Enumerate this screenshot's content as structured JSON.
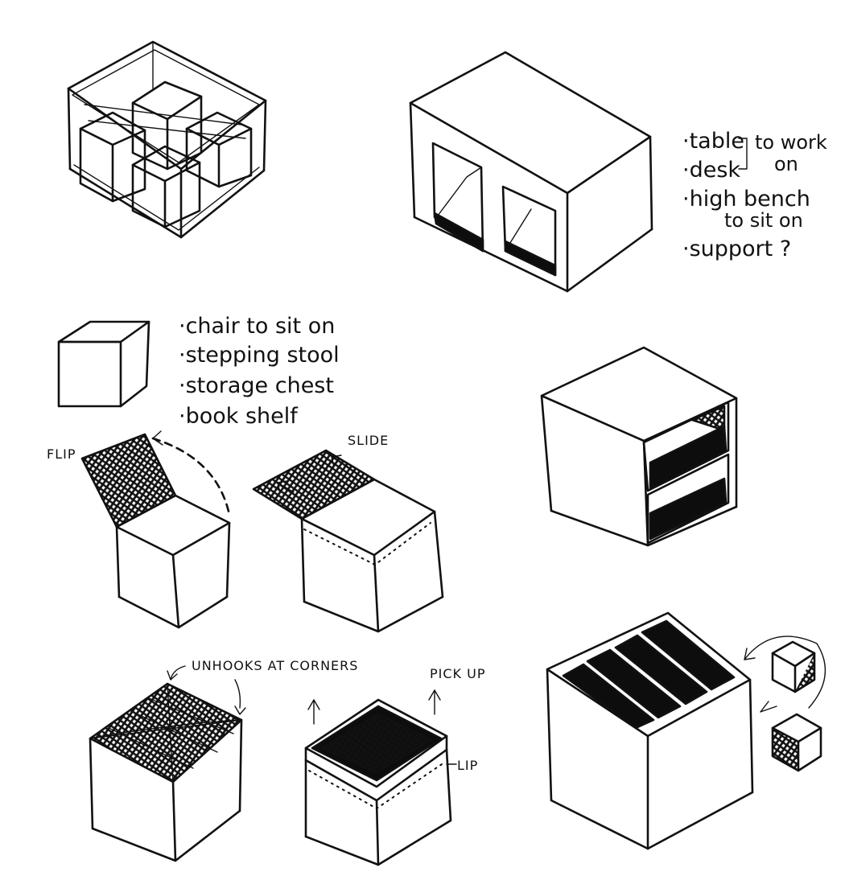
{
  "notes": {
    "table_line1": "·table",
    "table_line1_suffix": "to work",
    "desk_line": "·desk",
    "desk_suffix": "on",
    "bench_line1": "·high bench",
    "bench_line2": "to sit on",
    "support": "·support ?",
    "chair": "·chair to sit on",
    "stool": "·stepping stool",
    "chest": "·storage chest",
    "shelf": "·book shelf"
  },
  "labels": {
    "flip": "FLIP",
    "slide": "SLIDE",
    "unhooks": "UNHOOKS AT CORNERS",
    "pickup": "PICK UP",
    "lip": "LIP"
  },
  "colors": {
    "ink": "#111111",
    "paper": "#ffffff"
  }
}
